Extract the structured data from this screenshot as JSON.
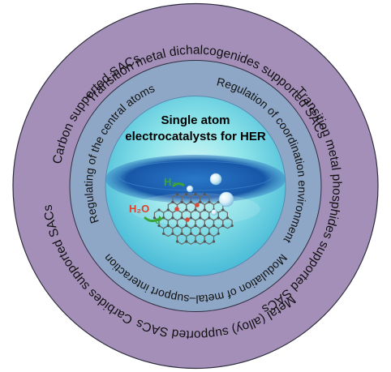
{
  "diagram": {
    "outer_ring_labels": [
      "Transition metal dichalcogenides supported SACs",
      "Transition metal phosphides supported SACs",
      "Metal (alloy) supported SACs",
      "Carbides supported SACs",
      "Carbon supported SACs"
    ],
    "middle_ring_labels": [
      "Regulating of the central atoms",
      "Regulation of coordination environment",
      "Modulation of metal–support interaction"
    ],
    "center_title_line1": "Single atom",
    "center_title_line2": "electrocatalysts for HER",
    "reaction_labels": {
      "h2": "H₂",
      "h2o": "H₂O",
      "electron": "e⁻"
    },
    "colors": {
      "outer_ring": "#a48fb9",
      "middle_ring": "#8fa7c6",
      "inner_circle": "#7fe0e8",
      "water_band": "#1e64b8",
      "h2_label": "#3aa43a",
      "h2o_label": "#e0412a",
      "electron_label": "#3aa43a",
      "ring_border": "#2f2f3f"
    }
  }
}
